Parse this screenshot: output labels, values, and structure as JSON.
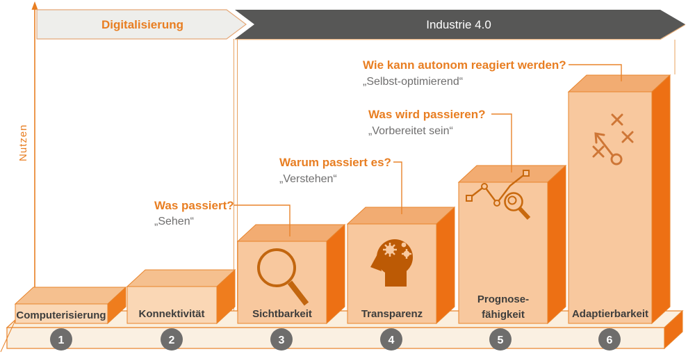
{
  "banners": {
    "digitalisierung": "Digitalisierung",
    "industrie40": "Industrie 4.0"
  },
  "axis": {
    "label": "Nutzen"
  },
  "stages": [
    {
      "num": "1",
      "label": "Computerisierung"
    },
    {
      "num": "2",
      "label": "Konnektivität"
    },
    {
      "num": "3",
      "label": "Sichtbarkeit",
      "icon": "magnifier-icon",
      "question": "Was passiert?",
      "answer": "„Sehen“"
    },
    {
      "num": "4",
      "label": "Transparenz",
      "icon": "head-gears-icon",
      "question": "Warum passiert es?",
      "answer": "„Verstehen“"
    },
    {
      "num": "5",
      "label_lines": [
        "Prognose-",
        "fähigkeit"
      ],
      "icon": "chart-magnifier-icon",
      "question": "Was wird passieren?",
      "answer": "„Vorbereitet sein“"
    },
    {
      "num": "6",
      "label": "Adaptierbarkeit",
      "icon": "strategy-icon",
      "question": "Wie kann autonom reagiert werden?",
      "answer": "„Selbst-optimierend“"
    }
  ],
  "colors": {
    "accent_orange": "#E87E22",
    "block_front_light": "#FAD7B5",
    "block_top_light": "#F5C08F",
    "block_side_light": "#EF7D1E",
    "block_front": "#F8C89E",
    "block_top": "#F2AC72",
    "block_side": "#ED7014",
    "banner_dark": "#575756",
    "platform_front": "#FAF0E2",
    "number_circle": "#6E6D6C",
    "icon_dark": "#C2660F",
    "text_dark": "#3D3D3C",
    "text_gray": "#6F6E6E"
  }
}
